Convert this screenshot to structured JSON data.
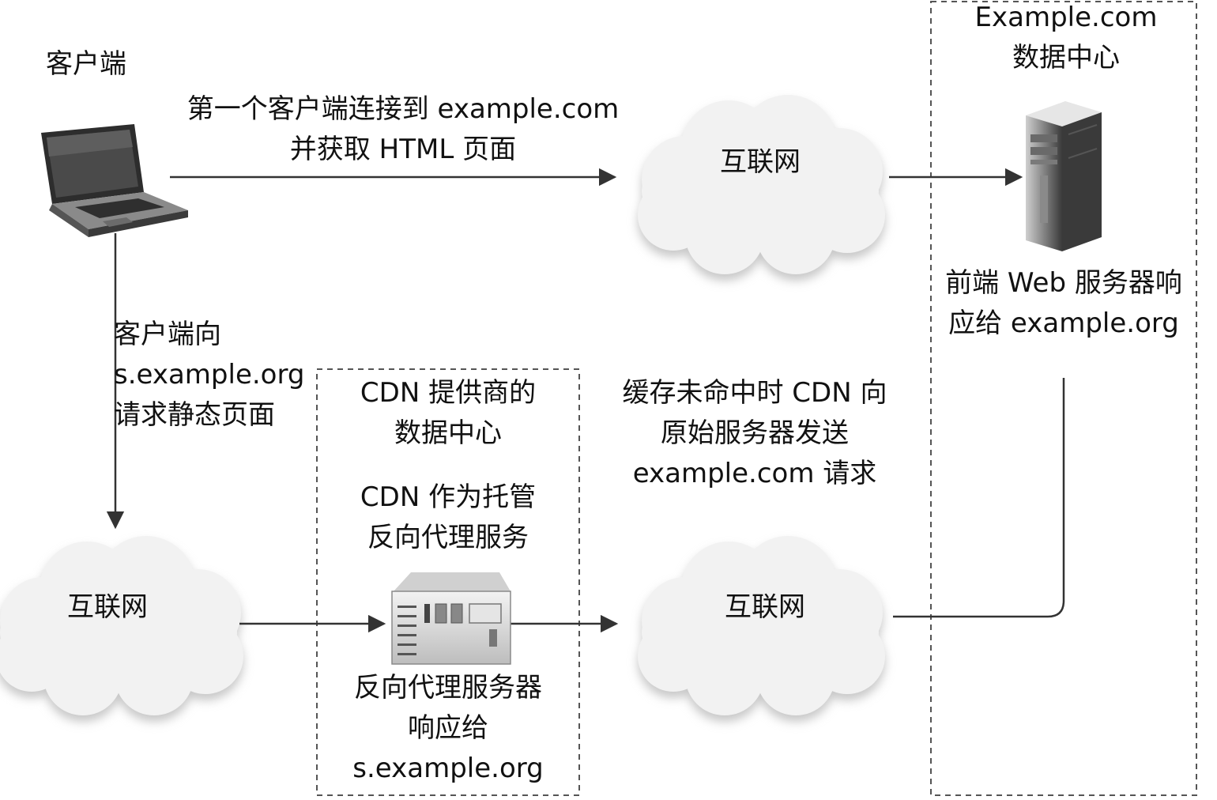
{
  "client": {
    "label": "客户端"
  },
  "datacenter": {
    "title_lines": [
      "Example.com",
      "数据中心"
    ],
    "server_caption_lines": [
      "前端 Web 服务器响",
      "应给 example.org"
    ]
  },
  "cdn": {
    "title_lines": [
      "CDN 提供商的",
      "数据中心"
    ],
    "role_lines": [
      "CDN 作为托管",
      "反向代理服务"
    ],
    "server_caption_lines": [
      "反向代理服务器",
      "响应给",
      "s.example.org"
    ]
  },
  "edges": {
    "client_to_origin_lines": [
      "第一个客户端连接到 example.com",
      "并获取 HTML 页面"
    ],
    "client_to_static_lines": [
      "客户端向",
      "s.example.org",
      "请求静态页面"
    ],
    "cache_miss_lines": [
      "缓存未命中时 CDN 向",
      "原始服务器发送",
      "example.com 请求"
    ]
  },
  "clouds": {
    "top": "互联网",
    "bottom_left": "互联网",
    "bottom_right": "互联网"
  },
  "colors": {
    "line": "#333333",
    "dash": "#555555",
    "cloud_fill": "#f2f2f2",
    "cloud_shadow": "#c8c8c8",
    "server_dark": "#3a3a3a",
    "server_light": "#d9d9d9"
  },
  "icons": [
    "laptop-icon",
    "tower-server-icon",
    "proxy-server-icon",
    "cloud-icon"
  ]
}
